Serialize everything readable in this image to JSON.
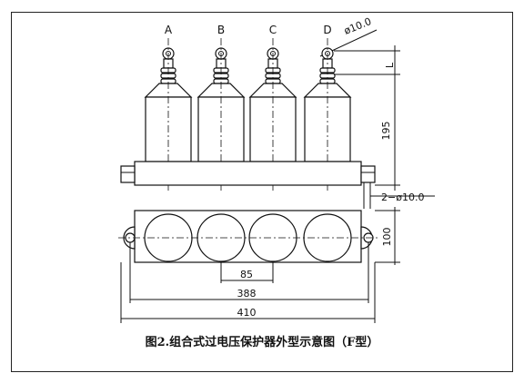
{
  "diagram": {
    "terminal_labels": [
      "A",
      "B",
      "C",
      "D"
    ],
    "dim_top_hole": "ø10.0",
    "dim_L": "L",
    "dim_height": "195",
    "dim_mount_holes": "2−ø10.0",
    "dim_depth": "100",
    "dim_pitch": "85",
    "dim_hole_spacing": "388",
    "dim_total_length": "410",
    "caption": "图2.组合式过电压保护器外型示意图（F型）"
  }
}
